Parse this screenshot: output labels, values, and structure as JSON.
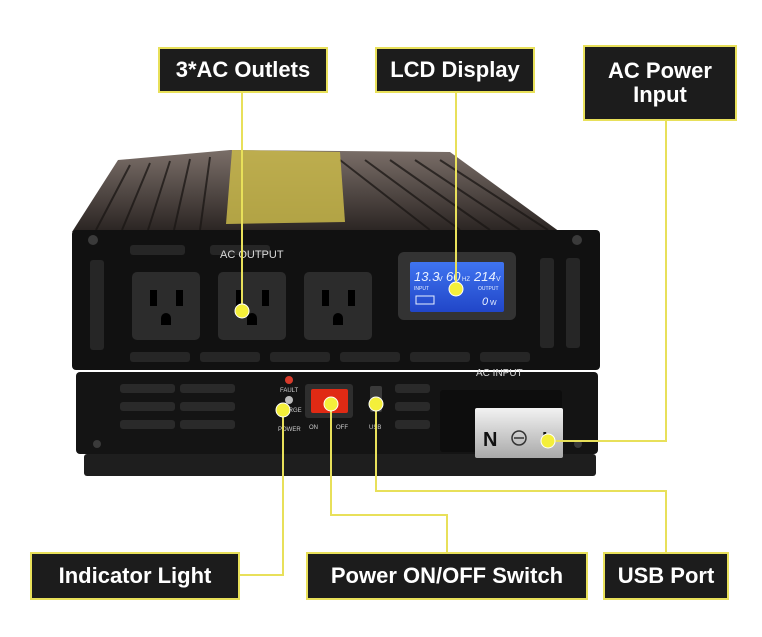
{
  "callouts": {
    "ac_outlets": "3*AC Outlets",
    "lcd_display": "LCD Display",
    "ac_power_input": "AC Power Input",
    "indicator_light": "Indicator Light",
    "power_switch": "Power ON/OFF Switch",
    "usb_port": "USB Port"
  },
  "panel": {
    "ac_output": "AC OUTPUT",
    "ac_input": "AC INPUT",
    "fault": "FAULT",
    "charge": "CHARGE",
    "power": "POWER",
    "on": "ON",
    "off": "OFF",
    "usb": "USB"
  },
  "lcd": {
    "input_v": "13.3",
    "input_unit": "V",
    "freq": "60",
    "freq_unit": "HZ",
    "output_v": "214",
    "output_unit": "V",
    "input_label": "INPUT",
    "output_label": "OUTPUT",
    "watts": "0",
    "watts_unit": "W"
  },
  "terminal": {
    "n": "N",
    "l": "L"
  },
  "colors": {
    "accent": "#e8e05a",
    "lcd_blue": "#2f5de0",
    "switch_red": "#e02a14",
    "callout_bg": "#1c1c1c"
  }
}
